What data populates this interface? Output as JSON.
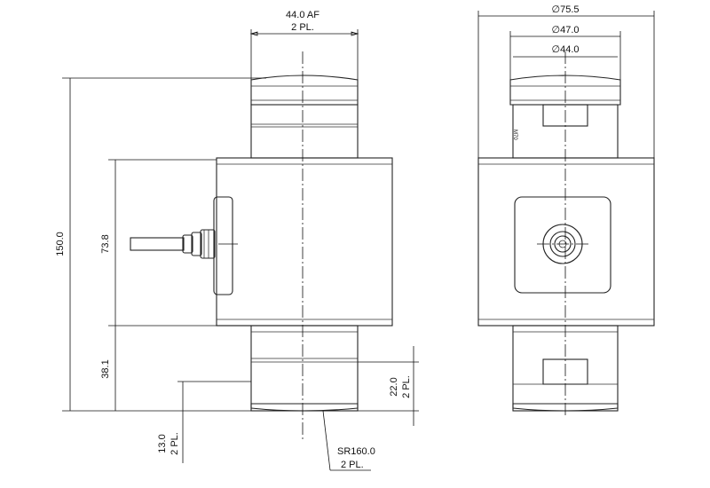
{
  "dimensions": {
    "hex_af": "44.0 AF",
    "hex_af_count": "2 PL.",
    "dia_outer": "∅75.5",
    "dia_mid": "∅47.0",
    "dia_inner": "∅44.0",
    "height_total": "150.0",
    "height_body": "73.8",
    "height_lower": "38.1",
    "thread_len": "22.0",
    "thread_len_count": "2 PL.",
    "bottom_offset": "13.0",
    "bottom_offset_count": "2 PL.",
    "sphere_radius": "SR160.0",
    "sphere_radius_count": "2 PL."
  },
  "marks": {
    "side_label": "M70"
  }
}
